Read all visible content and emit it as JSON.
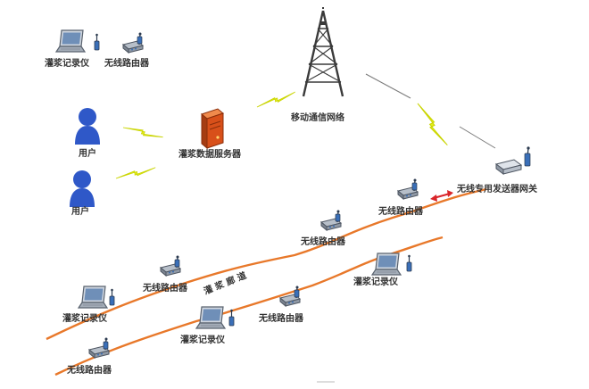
{
  "colors": {
    "tunnel": "#e8782a",
    "lightning": "#e4ee1a",
    "lightning_stroke": "#c9d400",
    "user_blue": "#2f58c8",
    "server_red": "#d8501a",
    "tower": "#3a3a3a",
    "device_gray": "#8c96a4",
    "device_blue": "#3a6fb8",
    "link_arrow": "#d9252a",
    "text": "#333333"
  },
  "labels": {
    "top_recorder": "灌浆记录仪",
    "top_router": "无线路由器",
    "tower": "移动通信网络",
    "user1": "用户",
    "user2": "用户",
    "server": "灌浆数据服务器",
    "gateway": "无线专用发送器网关",
    "router_a": "无线路由器",
    "router_b": "无线路由器",
    "tunnel": "灌 浆 廊 道",
    "router_c": "无线路由器",
    "router_d": "无线路由器",
    "router_e": "无线路由器",
    "recorder_right": "灌浆记录仪",
    "recorder_left": "灌浆记录仪",
    "recorder_mid": "灌浆记录仪"
  },
  "icons": {
    "tower": "cell-tower-icon",
    "server": "server-icon",
    "user": "user-icon",
    "laptop": "laptop-icon",
    "router": "router-icon",
    "gateway": "gateway-icon",
    "lightning": "lightning-icon",
    "arrow": "double-arrow-icon"
  }
}
